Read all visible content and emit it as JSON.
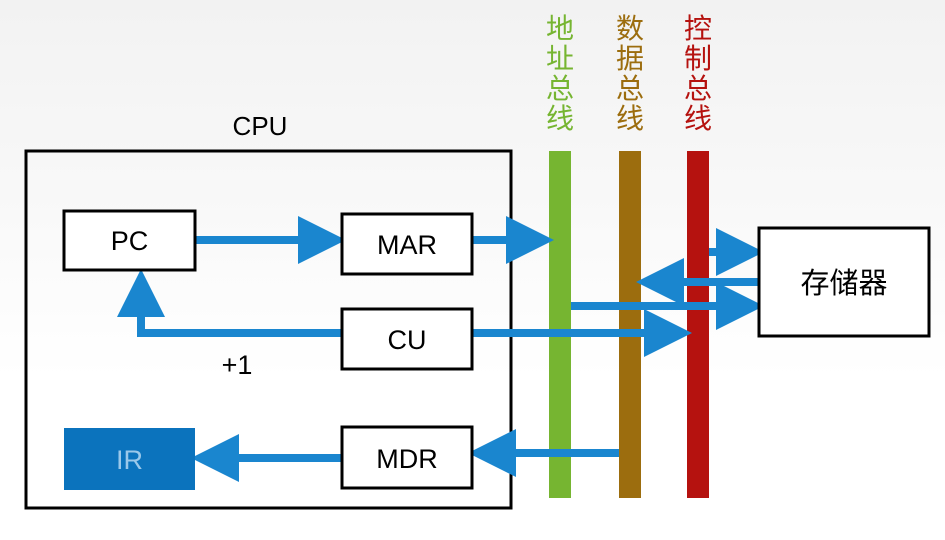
{
  "cpu": {
    "label": "CPU"
  },
  "registers": {
    "pc": "PC",
    "mar": "MAR",
    "cu": "CU",
    "mdr": "MDR",
    "ir": "IR"
  },
  "increment_label": "+1",
  "memory": {
    "label": "存储器"
  },
  "buses": {
    "address": {
      "label": [
        "地",
        "址",
        "总",
        "线"
      ],
      "color": "#76b531"
    },
    "data": {
      "label": [
        "数",
        "据",
        "总",
        "线"
      ],
      "color": "#9c6d0e"
    },
    "control": {
      "label": [
        "控",
        "制",
        "总",
        "线"
      ],
      "color": "#b5120f"
    }
  },
  "colors": {
    "arrow": "#1a86cf",
    "ir_fill": "#0b73bd"
  }
}
